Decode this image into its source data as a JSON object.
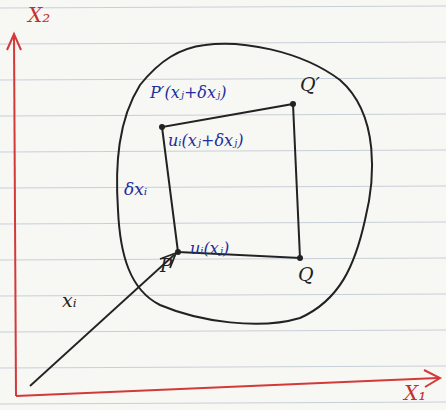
{
  "diagram": {
    "labels": [
      "X₂",
      "X₁",
      "xᵢ",
      "P",
      "uᵢ(xⱼ)",
      "Q",
      "P′(xⱼ+δxⱼ)",
      "Q′",
      "uᵢ(xⱼ+δxⱼ)",
      "δxᵢ"
    ]
  }
}
